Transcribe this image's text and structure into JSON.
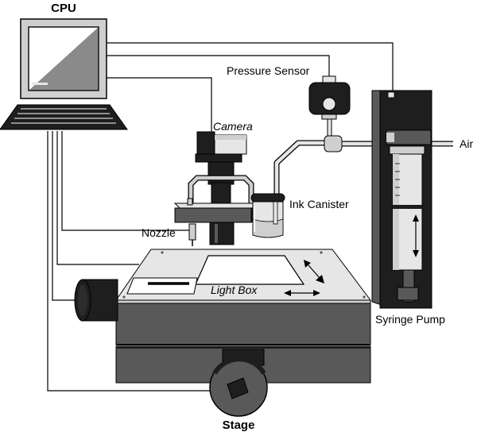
{
  "labels": {
    "cpu": "CPU",
    "pressure_sensor": "Pressure Sensor",
    "camera": "Camera",
    "air": "Air",
    "ink_canister": "Ink Canister",
    "nozzle": "Nozzle",
    "light_box": "Light Box",
    "syringe_pump": "Syringe Pump",
    "stage": "Stage"
  },
  "colors": {
    "dark": "#1e1e1e",
    "mid": "#595959",
    "light": "#cfcfcf",
    "pale": "#e6e6e6"
  }
}
